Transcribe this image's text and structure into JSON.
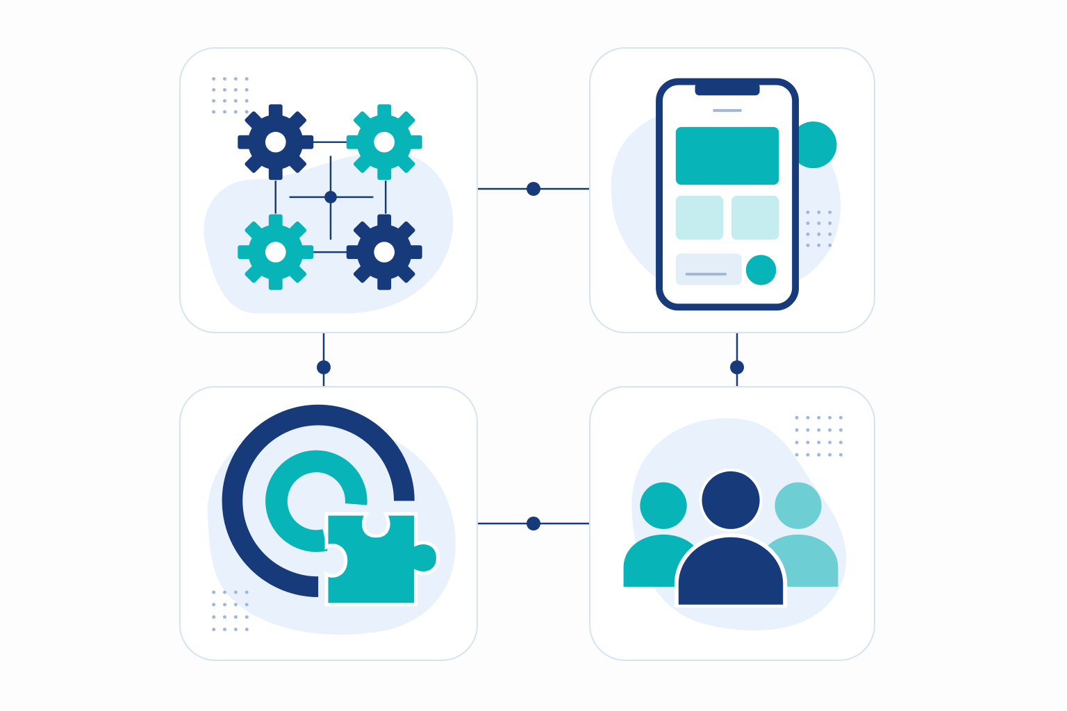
{
  "colors": {
    "navy": "#173a7a",
    "teal": "#07b5b8",
    "teal_light": "#c5ecee",
    "teal_mid": "#6dcfd3",
    "blob": "#e9f2fc",
    "card_border": "#d6e3f1",
    "dots": "#9fb7dc"
  },
  "nodes": [
    {
      "id": "automation",
      "icon": "gears-network-icon"
    },
    {
      "id": "mobile-app",
      "icon": "smartphone-app-icon"
    },
    {
      "id": "integration",
      "icon": "target-puzzle-icon"
    },
    {
      "id": "community",
      "icon": "user-group-icon"
    }
  ],
  "edges": [
    {
      "from": "automation",
      "to": "mobile-app"
    },
    {
      "from": "automation",
      "to": "integration"
    },
    {
      "from": "mobile-app",
      "to": "community"
    },
    {
      "from": "integration",
      "to": "community"
    }
  ]
}
